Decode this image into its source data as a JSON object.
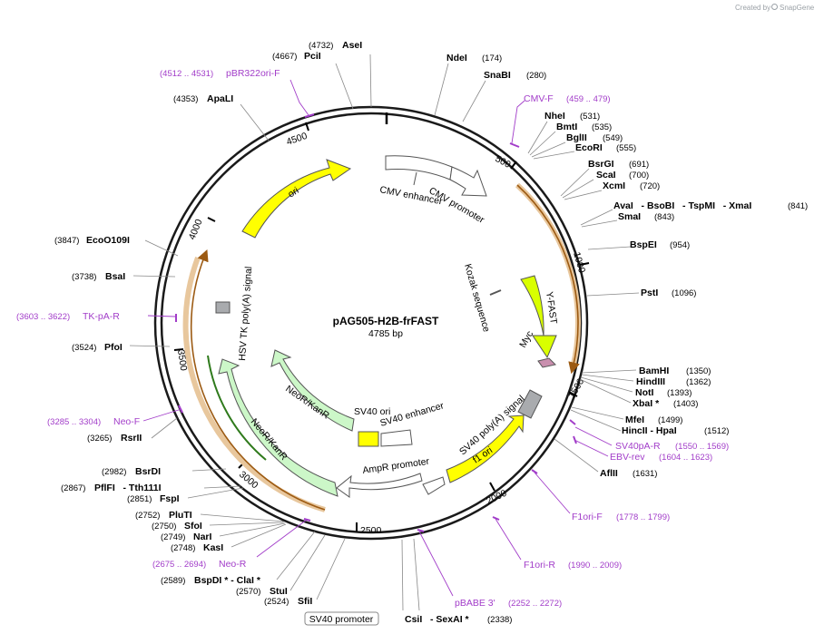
{
  "plasmid": {
    "name": "pAG505-H2B-frFAST",
    "length_label": "4785 bp",
    "length": 4785
  },
  "credit": {
    "prefix": "Created by",
    "brand": "SnapGene"
  },
  "ticks": [
    "500",
    "1000",
    "1500",
    "2000",
    "2500",
    "3000",
    "3500",
    "4000",
    "4500"
  ],
  "features": {
    "cmv_enhancer": "CMV enhancer",
    "cmv_promoter": "CMV promoter",
    "kozak": "Kozak sequence",
    "y_fast": "Y-FAST",
    "myc": "Myc",
    "sv40_polya": "SV40 poly(A) signal",
    "f1_ori": "f1 ori",
    "ampr_promoter": "AmpR promoter",
    "sv40_ori": "SV40 ori",
    "sv40_enhancer": "SV40 enhancer",
    "neo_kan_1": "NeoR/KanR",
    "neo_kan_2": "NeoR/KanR",
    "hsv_tk": "HSV TK poly(A) signal",
    "ori": "ori",
    "sv40_promoter_box": "SV40 promoter"
  },
  "enzymes": {
    "asei": {
      "name": "AseI",
      "pos": "(4732)"
    },
    "pcii": {
      "name": "PciI",
      "pos": "(4667)"
    },
    "ndei": {
      "name": "NdeI",
      "pos": "(174)"
    },
    "snabi": {
      "name": "SnaBI",
      "pos": "(280)"
    },
    "apali": {
      "name": "ApaLI",
      "pos": "(4353)"
    },
    "nhei": {
      "name": "NheI",
      "pos": "(531)"
    },
    "bmti": {
      "name": "BmtI",
      "pos": "(535)"
    },
    "bglii": {
      "name": "BglII",
      "pos": "(549)"
    },
    "ecori": {
      "name": "EcoRI",
      "pos": "(555)"
    },
    "bsrgi": {
      "name": "BsrGI",
      "pos": "(691)"
    },
    "scai": {
      "name": "ScaI",
      "pos": "(700)"
    },
    "xcmi": {
      "name": "XcmI",
      "pos": "(720)"
    },
    "avai": {
      "name": "AvaI   - BsoBI   - TspMI   - XmaI",
      "pos": "(841)"
    },
    "smai": {
      "name": "SmaI",
      "pos": "(843)"
    },
    "bspei": {
      "name": "BspEI",
      "pos": "(954)"
    },
    "psti": {
      "name": "PstI",
      "pos": "(1096)"
    },
    "bamhi": {
      "name": "BamHI",
      "pos": "(1350)"
    },
    "hindiii": {
      "name": "HindIII",
      "pos": "(1362)"
    },
    "noti": {
      "name": "NotI",
      "pos": "(1393)"
    },
    "xbai": {
      "name": "XbaI *",
      "pos": "(1403)"
    },
    "mfei": {
      "name": "MfeI",
      "pos": "(1499)"
    },
    "hincii": {
      "name": "HincII - HpaI",
      "pos": "(1512)"
    },
    "aflii": {
      "name": "AflII",
      "pos": "(1631)"
    },
    "eco0109i": {
      "name": "EcoO109I",
      "pos": "(3847)"
    },
    "bsai": {
      "name": "BsaI",
      "pos": "(3738)"
    },
    "pfoi": {
      "name": "PfoI",
      "pos": "(3524)"
    },
    "rsrii": {
      "name": "RsrII",
      "pos": "(3265)"
    },
    "bsrdi": {
      "name": "BsrDI",
      "pos": "(2982)"
    },
    "pflfi": {
      "name": "PflFI   - Tth111I",
      "pos": "(2867)"
    },
    "fspi": {
      "name": "FspI",
      "pos": "(2851)"
    },
    "pluti": {
      "name": "PluTI",
      "pos": "(2752)"
    },
    "sfoi": {
      "name": "SfoI",
      "pos": "(2750)"
    },
    "nari": {
      "name": "NarI",
      "pos": "(2749)"
    },
    "kasi": {
      "name": "KasI",
      "pos": "(2748)"
    },
    "bspdi": {
      "name": "BspDI * - ClaI *",
      "pos": "(2589)"
    },
    "stui": {
      "name": "StuI",
      "pos": "(2570)"
    },
    "sfii": {
      "name": "SfiI",
      "pos": "(2524)"
    },
    "csii": {
      "name": "CsiI   - SexAI *",
      "pos": "(2338)"
    }
  },
  "primers": {
    "pbr322ori_f": {
      "name": "pBR322ori-F",
      "pos": "(4512 .. 4531)"
    },
    "cmv_f": {
      "name": "CMV-F",
      "pos": "(459 .. 479)"
    },
    "tk_pa_r": {
      "name": "TK-pA-R",
      "pos": "(3603 .. 3622)"
    },
    "neo_f": {
      "name": "Neo-F",
      "pos": "(3285 .. 3304)"
    },
    "sv40pa_r": {
      "name": "SV40pA-R",
      "pos": "(1550 .. 1569)"
    },
    "ebv_rev": {
      "name": "EBV-rev",
      "pos": "(1604 .. 1623)"
    },
    "f1ori_f": {
      "name": "F1ori-F",
      "pos": "(1778 .. 1799)"
    },
    "f1ori_r": {
      "name": "F1ori-R",
      "pos": "(1990 .. 2009)"
    },
    "neo_r": {
      "name": "Neo-R",
      "pos": "(2675 .. 2694)"
    },
    "pbabe3": {
      "name": "pBABE 3'",
      "pos": "(2252 .. 2272)"
    }
  },
  "colors": {
    "ring": "#1a1a1a",
    "primer": "#a23dc9",
    "ori_yellow": "#ffff00",
    "neo_green": "#ccf7c8",
    "orf_orange": "#f0a64a",
    "grey_feature": "#a9abae",
    "myc_pink": "#c98fae",
    "credit": "#9aa0a6"
  }
}
